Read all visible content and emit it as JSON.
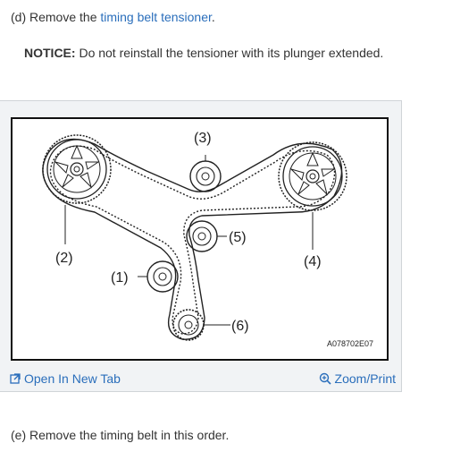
{
  "step_d": {
    "prefix": "(d) Remove the ",
    "link": "timing belt tensioner",
    "suffix": "."
  },
  "notice": {
    "label": "NOTICE:",
    "text": " Do not reinstall the tensioner with its plunger extended."
  },
  "figure": {
    "callouts": {
      "c1": "(1)",
      "c2": "(2)",
      "c3": "(3)",
      "c4": "(4)",
      "c5": "(5)",
      "c6": "(6)"
    },
    "code": "A078702E07",
    "open_tab_label": "Open In New Tab",
    "zoom_label": "Zoom/Print",
    "icons": {
      "open_tab": "open-new-tab-icon",
      "zoom": "zoom-plus-icon"
    },
    "accent": "#2a6ebb"
  },
  "step_e": {
    "text": "(e) Remove the timing belt in this order."
  }
}
